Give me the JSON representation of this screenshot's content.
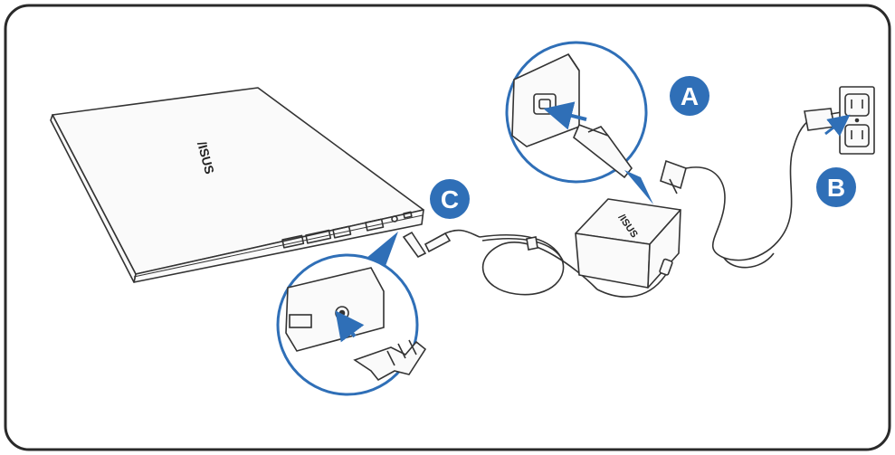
{
  "title": "",
  "brand_logo": "/ISUS",
  "labels": {
    "a": "A",
    "b": "B",
    "c": "C"
  },
  "colors": {
    "frame": "#2a2a2a",
    "line": "#333333",
    "badge_fill": "#2f6fb7",
    "badge_text": "#ffffff",
    "arrow": "#2f6fb7",
    "laptop_fill": "#fafafa",
    "background": "#ffffff"
  },
  "parts": {
    "laptop": "laptop",
    "adapter": "power-adapter",
    "wall_outlet": "wall-outlet",
    "inset_a": "magnified-adapter-inlet",
    "inset_c": "magnified-dc-in-port"
  }
}
